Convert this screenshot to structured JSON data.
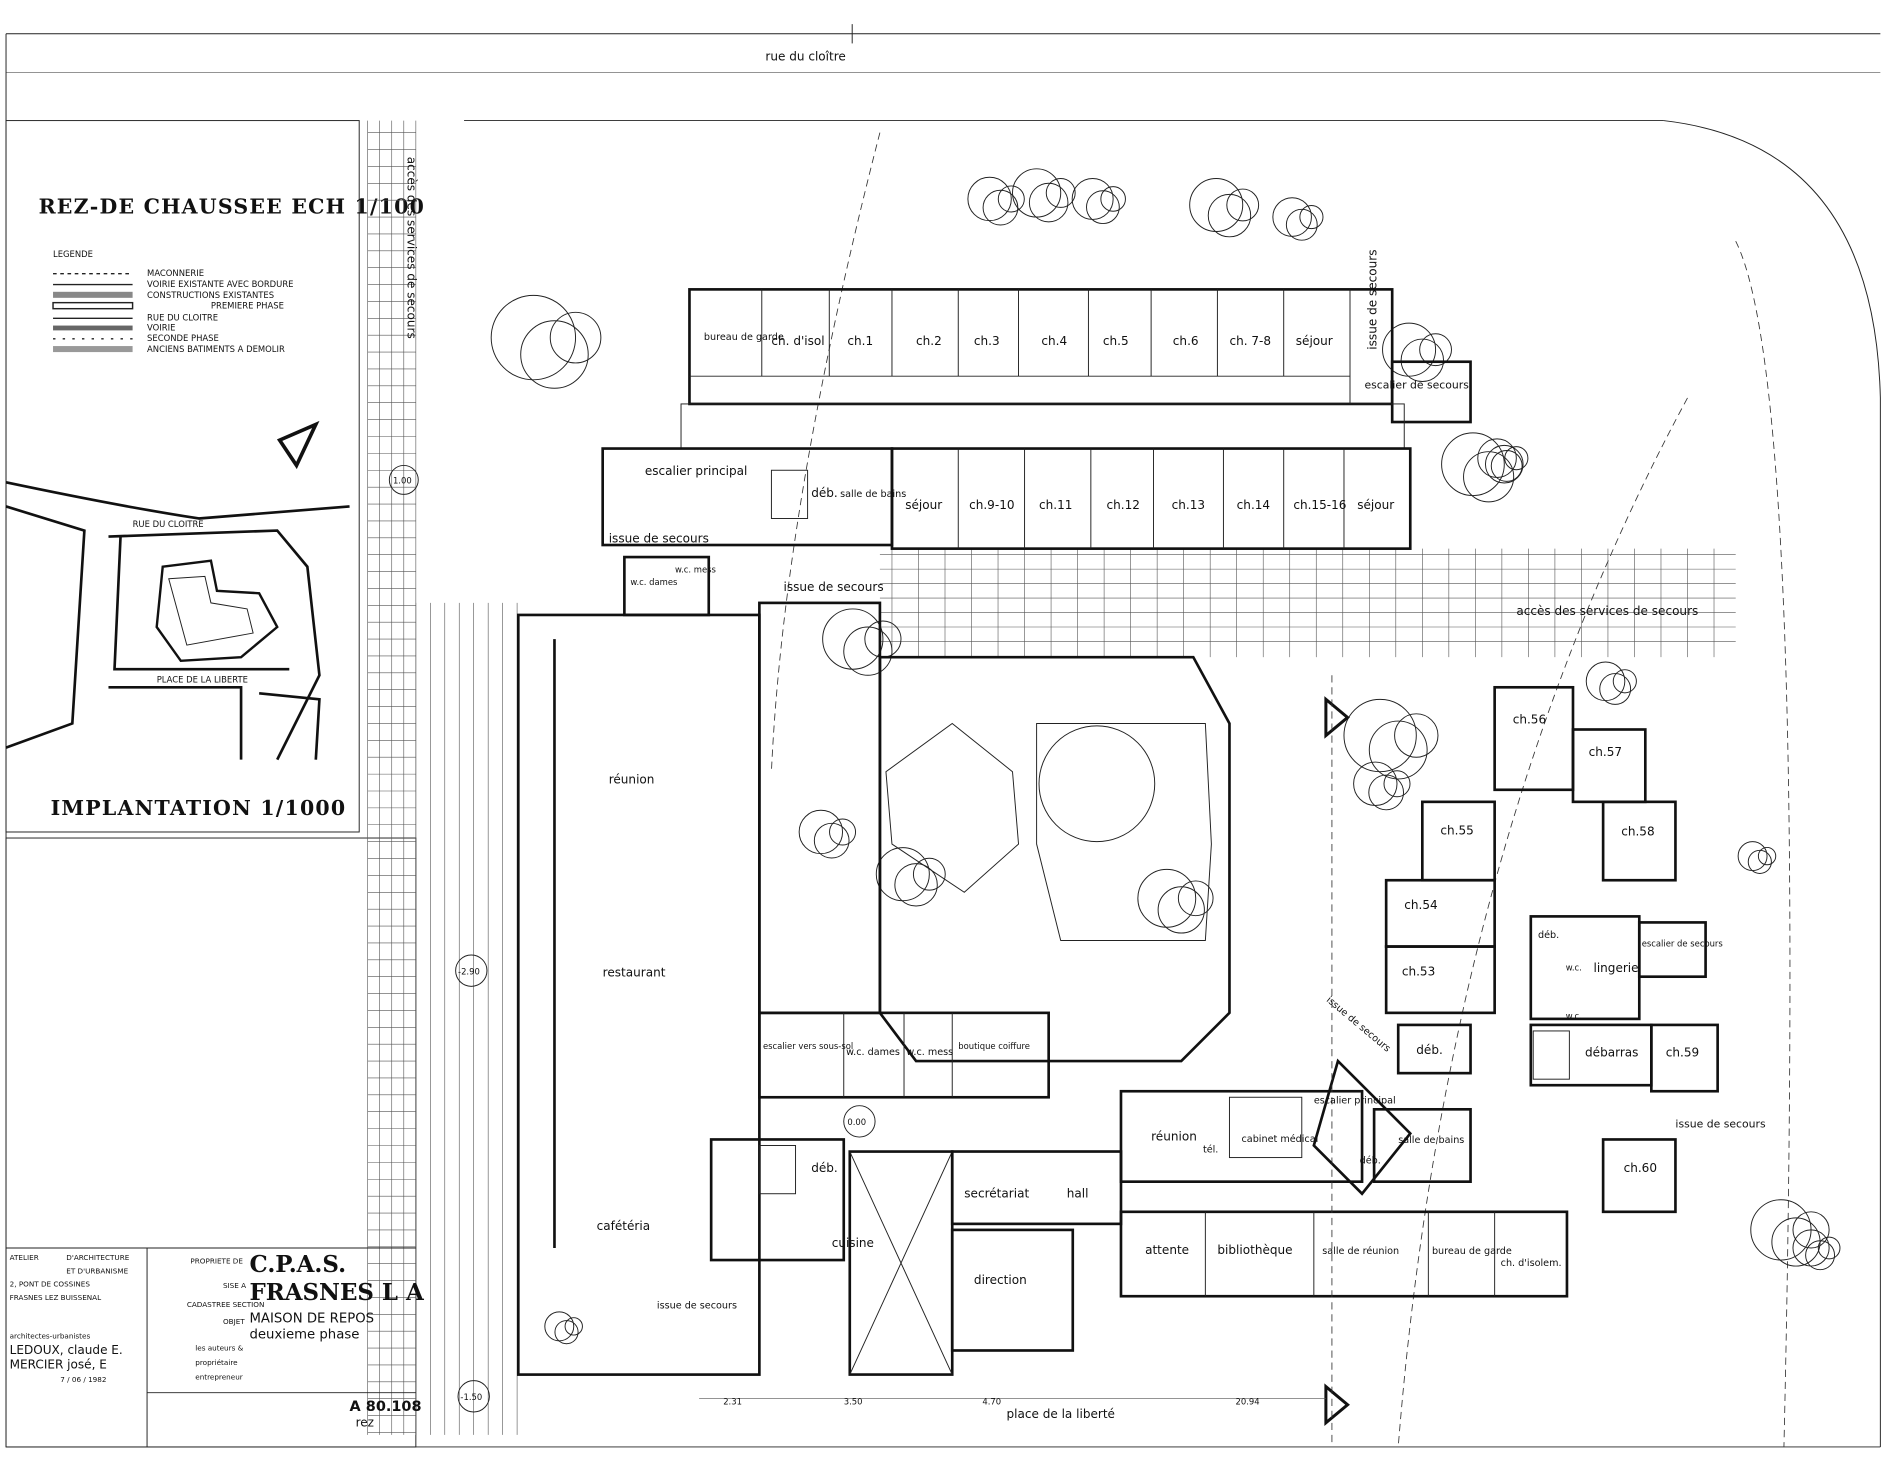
{
  "street_top": "rue du cloître",
  "street_bottom": "place de la liberté",
  "title": "REZ-DE CHAUSSEE  ECH 1/100",
  "legend": {
    "heading": "LEGENDE",
    "items": [
      "MACONNERIE",
      "VOIRIE EXISTANTE AVEC BORDURE",
      "CONSTRUCTIONS EXISTANTES",
      "PREMIERE PHASE",
      "RUE DU CLOITRE",
      "VOIRIE",
      "SECONDE PHASE",
      "ANCIENS BATIMENTS A DEMOLIR"
    ]
  },
  "implantation": {
    "title": "IMPLANTATION  1/1000",
    "map_labels": [
      "RUE DU CLOITRE",
      "PLACE DE LA LIBERTE"
    ]
  },
  "levels": [
    "1.00",
    "-2.90",
    "0.00",
    "-1.50"
  ],
  "dimensions": [
    "2.31",
    "3.50",
    "4.70",
    "20.94"
  ],
  "rooms": {
    "north_row1": [
      "bureau de garde",
      "ch. d'isol",
      "ch.1",
      "ch.2",
      "ch.3",
      "ch.4",
      "ch.5",
      "ch.6",
      "ch. 7-8",
      "séjour"
    ],
    "north_row2": [
      "séjour",
      "ch.9-10",
      "ch.11",
      "ch.12",
      "ch.13",
      "ch.14",
      "ch.15-16",
      "séjour"
    ],
    "west": [
      "escalier principal",
      "déb.",
      "salle de bains",
      "issue de secours",
      "w.c. dames",
      "w.c. mess",
      "issue de secours"
    ],
    "dining": [
      "réunion",
      "restaurant",
      "cafétéria"
    ],
    "center": [
      "escalier vers sous-sol",
      "w.c. dames",
      "w.c. mess",
      "boutique coiffure"
    ],
    "south": [
      "déb.",
      "secrétariat",
      "hall",
      "cuisine",
      "direction",
      "issue de secours",
      "réunion",
      "tél.",
      "cabinet médical",
      "escalier principal",
      "salle de bains",
      "déb.",
      "attente",
      "bibliothèque",
      "salle de réunion",
      "bureau de garde",
      "ch. d'isolem."
    ],
    "east": [
      "ch.56",
      "ch.57",
      "ch.55",
      "ch.58",
      "ch.54",
      "ch.53",
      "déb.",
      "escalier de secours",
      "lingerie",
      "w.c.",
      "w.c.",
      "déb.",
      "débarras",
      "ch.59",
      "issue de secours",
      "ch.60",
      "issue de secours"
    ]
  },
  "access": [
    "accès des services de secours",
    "accès des services de secours",
    "issue de secours",
    "escalier de secours"
  ],
  "title_block": {
    "office": [
      "ATELIER",
      "D'ARCHITECTURE",
      "ET D'URBANISME",
      "2, PONT DE COSSINES",
      "FRASNES LEZ BUISSENAL"
    ],
    "architects_label": "architectes-urbanistes",
    "architects": [
      "LEDOUX, claude E.",
      "MERCIER josé, E"
    ],
    "date": "7 / 06 / 1982",
    "owner_label": "PROPRIETE DE",
    "owner": "C.P.A.S.",
    "location_label": "SISE A",
    "location": "FRASNES L A",
    "cadastre_label": "CADASTREE SECTION",
    "object_label": "OBJET",
    "object": "MAISON DE REPOS",
    "phase": "deuxieme phase",
    "roles": [
      "les auteurs &",
      "propriétaire",
      "entrepreneur"
    ],
    "sheet_number": "A 80.108",
    "sheet_name": "rez"
  }
}
